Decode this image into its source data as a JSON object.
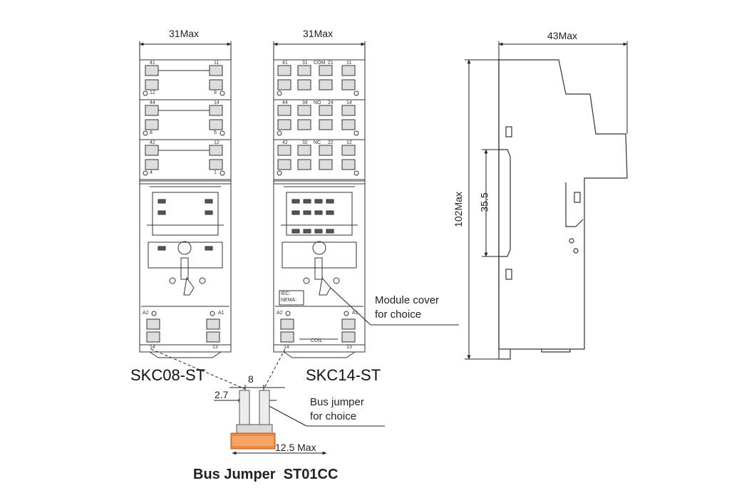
{
  "dimensions": {
    "skc08_width": "31Max",
    "skc14_width": "31Max",
    "side_width": "43Max",
    "height": "102Max",
    "rail": "35.5",
    "jumper_pitch": "8",
    "jumper_pin": "2.7",
    "jumper_width": "12.5 Max"
  },
  "models": {
    "left": "SKC08-ST",
    "right": "SKC14-ST"
  },
  "callouts": {
    "module_cover": [
      "Module cover",
      "for choice"
    ],
    "bus_jumper": [
      "Bus jumper",
      "for choice"
    ]
  },
  "title": "Bus Jumper  ST01CC",
  "panel_labels": {
    "iec": "IEC:",
    "nema": "NEMA:",
    "coil": "COIL",
    "a1": "A1",
    "a2": "A2",
    "com": "COM",
    "no": "NO",
    "nc": "NC"
  },
  "terminals": {
    "skc08_rows": [
      [
        "41",
        "11",
        "12",
        "9"
      ],
      [
        "44",
        "14",
        "8",
        "5"
      ],
      [
        "42",
        "12",
        "4",
        "1"
      ]
    ],
    "skc14_rows": [
      [
        "41",
        "31",
        "21",
        "11"
      ],
      [
        "44",
        "34",
        "24",
        "14"
      ],
      [
        "42",
        "32",
        "22",
        "12"
      ]
    ],
    "bottom": [
      "14",
      "13"
    ]
  },
  "colors": {
    "line": "#333333",
    "jumper": "#f08a3c"
  }
}
